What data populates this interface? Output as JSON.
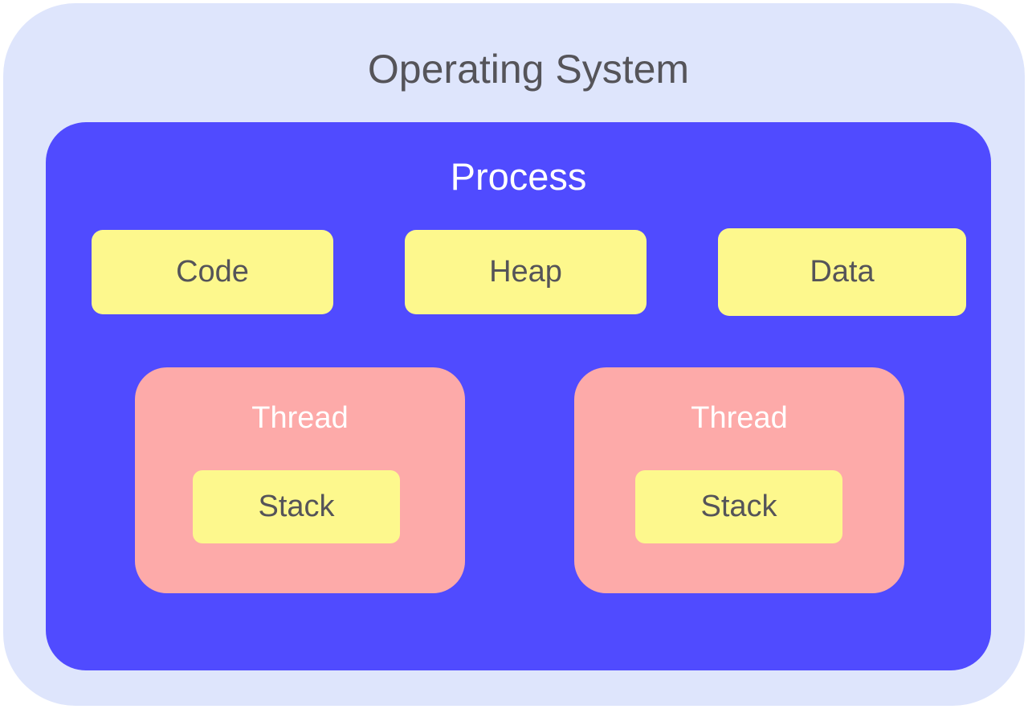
{
  "operating_system": {
    "label": "Operating System"
  },
  "process": {
    "label": "Process",
    "segments": [
      {
        "label": "Code"
      },
      {
        "label": "Heap"
      },
      {
        "label": "Data"
      }
    ],
    "threads": [
      {
        "label": "Thread",
        "stack_label": "Stack"
      },
      {
        "label": "Thread",
        "stack_label": "Stack"
      }
    ]
  },
  "colors": {
    "os_background": "#dee5fc",
    "process_background": "#504bff",
    "segment_background": "#fdf88d",
    "thread_background": "#fdaaa9",
    "dark_text": "#555459",
    "light_text": "#ffffff"
  }
}
